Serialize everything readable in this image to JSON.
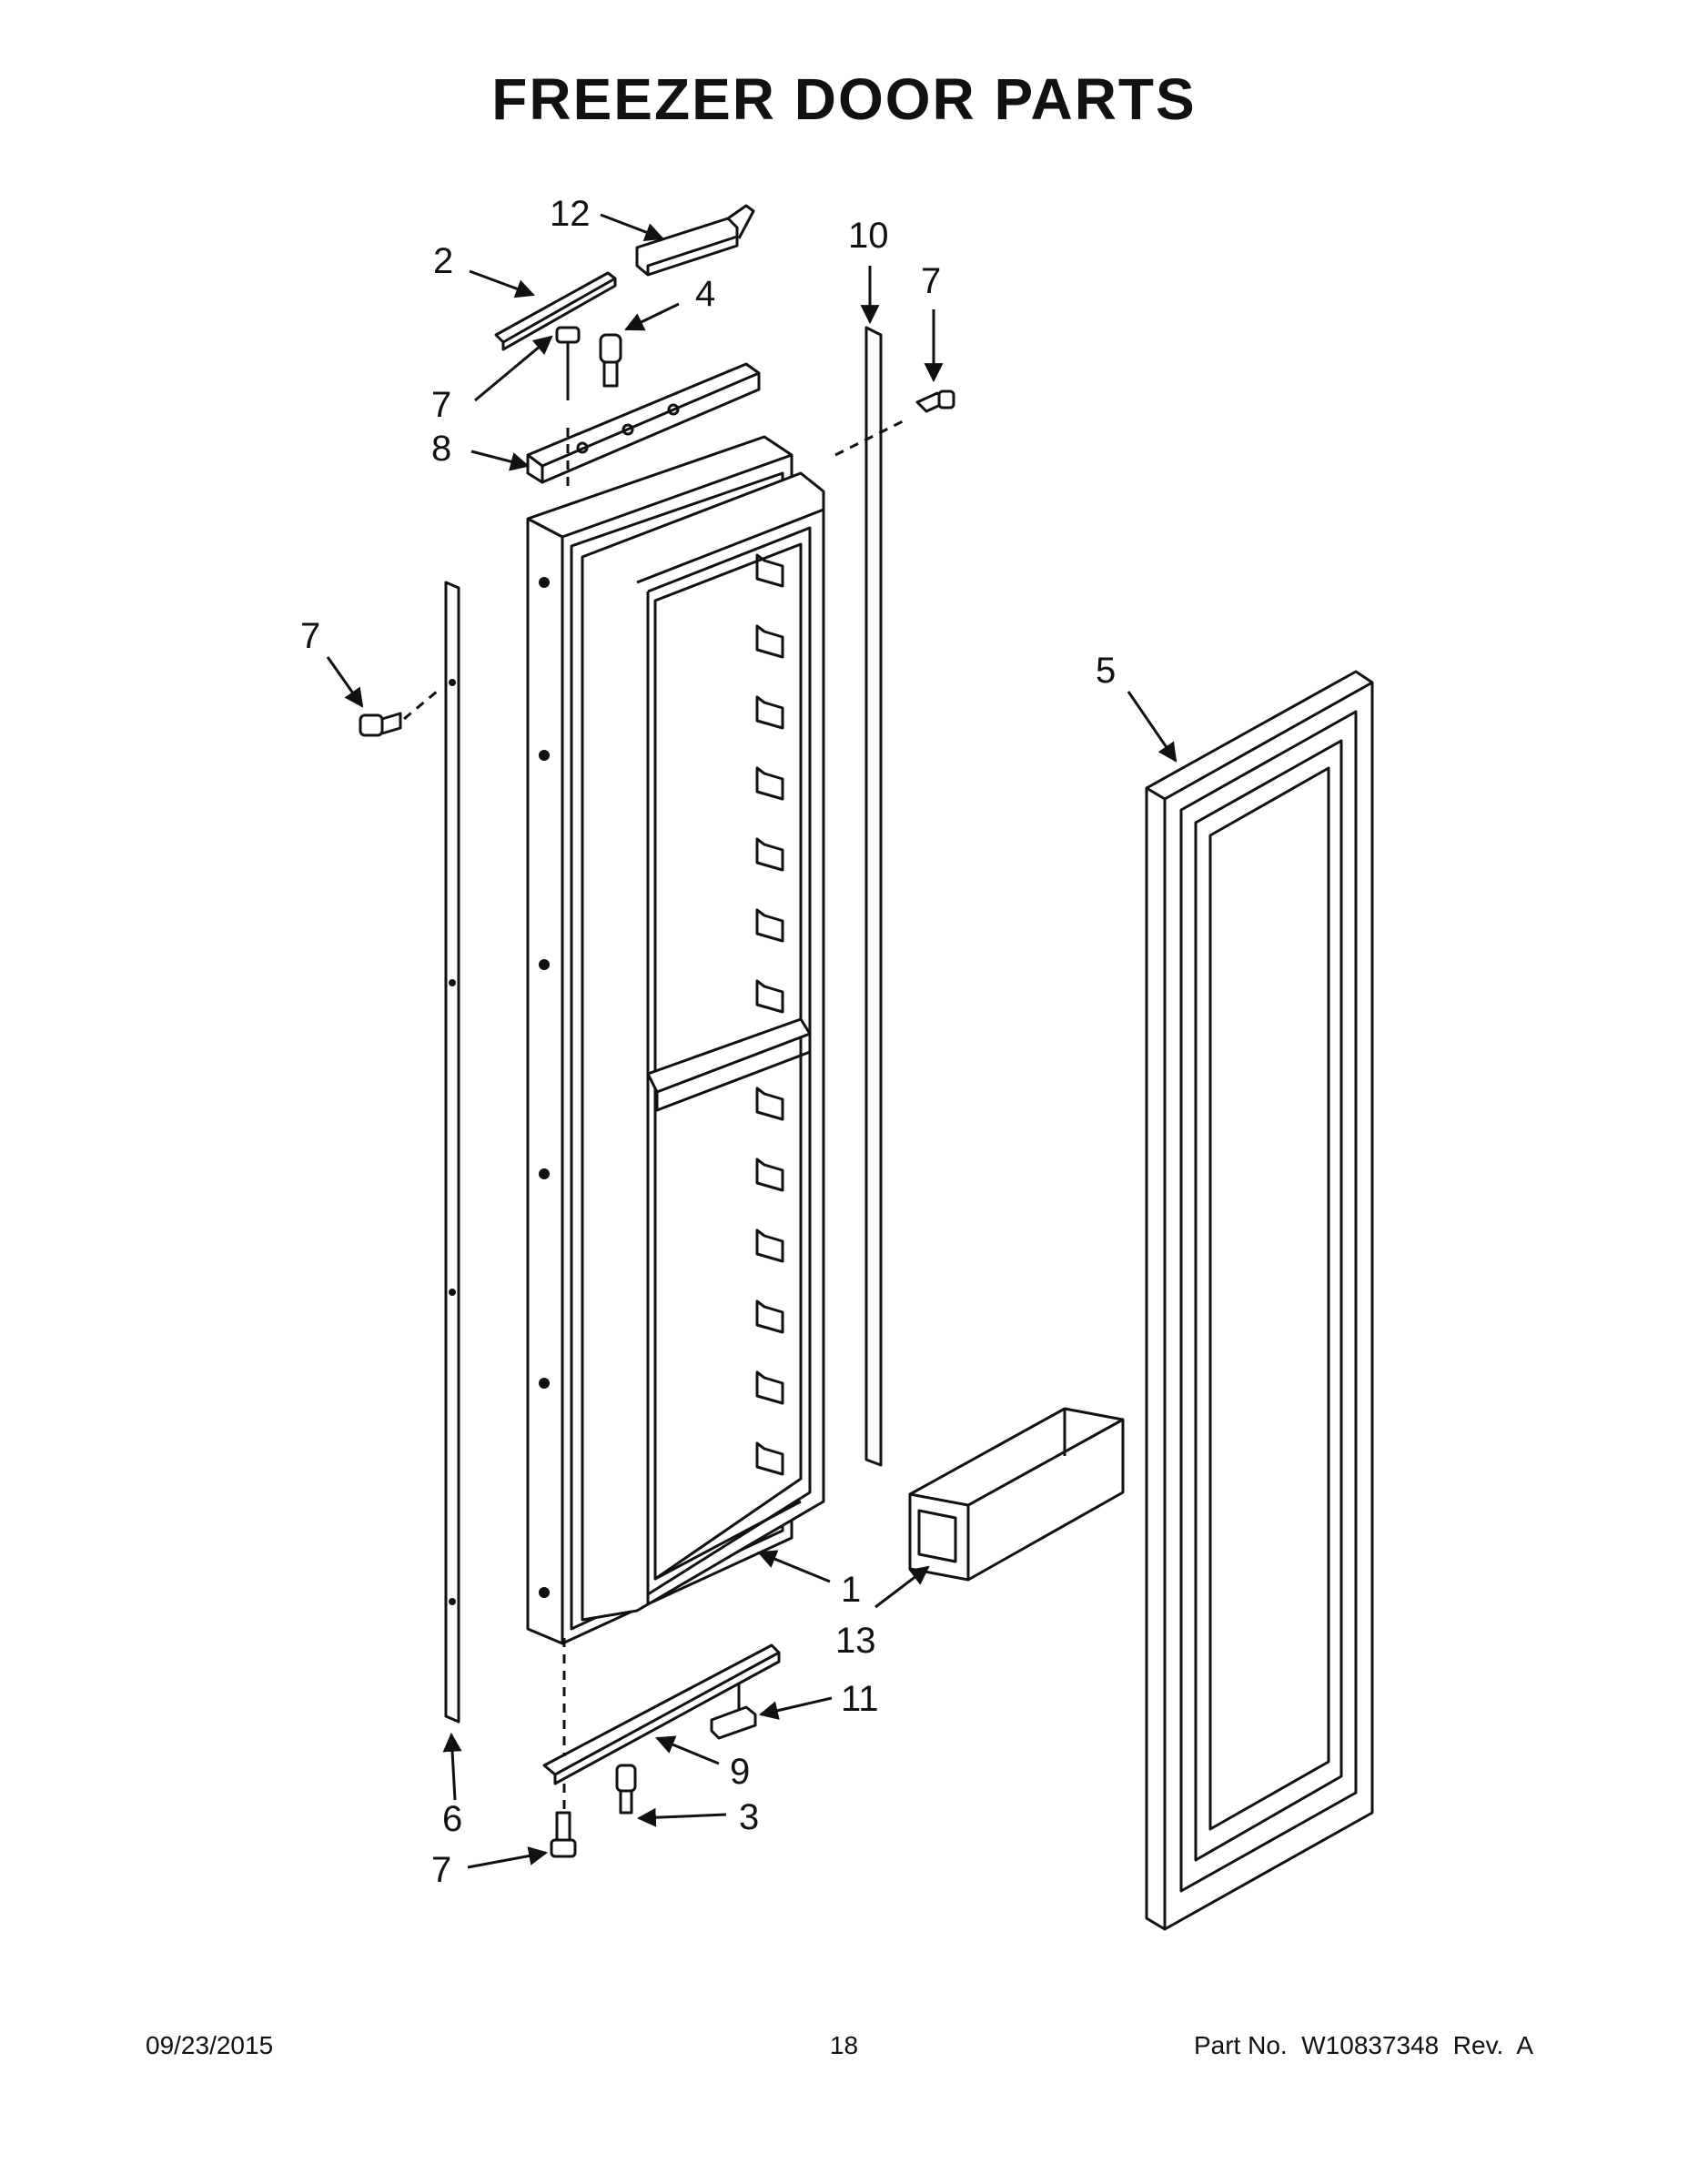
{
  "header": {
    "title": "FREEZER DOOR PARTS"
  },
  "callouts": {
    "c1": "1",
    "c2": "2",
    "c3": "3",
    "c4": "4",
    "c5": "5",
    "c6": "6",
    "c7": "7",
    "c8": "8",
    "c9": "9",
    "c10": "10",
    "c11": "11",
    "c12": "12",
    "c13": "13"
  },
  "footer": {
    "date": "09/23/2015",
    "page": "18",
    "part_no": "Part No.  W10837348  Rev.  A"
  }
}
